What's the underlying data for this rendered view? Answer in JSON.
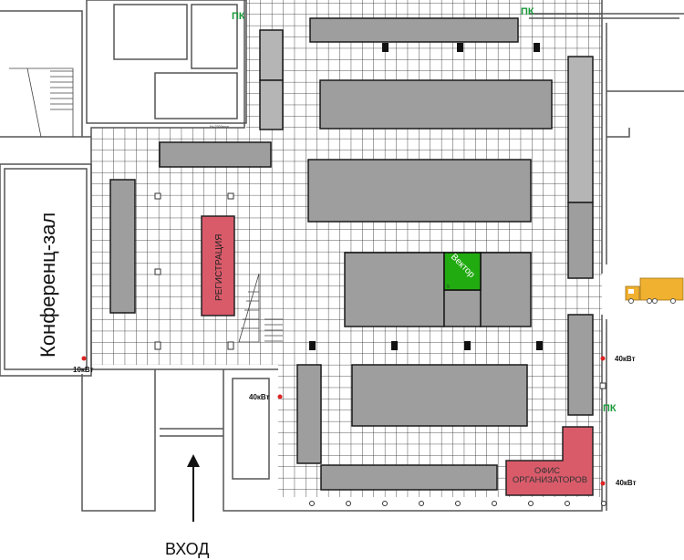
{
  "plan": {
    "conference_hall": "Конференц-зал",
    "registration": "РЕГИСТРАЦИЯ",
    "organizers_office_line1": "ОФИС",
    "organizers_office_line2": "ОРГАНИЗАТОРОВ",
    "vector_stand": "Вектор",
    "vector_stand_number": "9",
    "entrance": "ВХОД",
    "height_note": "Н=2500mm",
    "fire_hydrants": [
      "ПК",
      "ПК",
      "ПК"
    ],
    "power_points": [
      "10кВт",
      "40кВт",
      "40кВт",
      "40кВт"
    ]
  },
  "colors": {
    "stand": "#9e9e9e",
    "registration": "#d95b6a",
    "vector": "#22aa11",
    "truck": "#f0b030",
    "pk": "#1a9a3a"
  }
}
